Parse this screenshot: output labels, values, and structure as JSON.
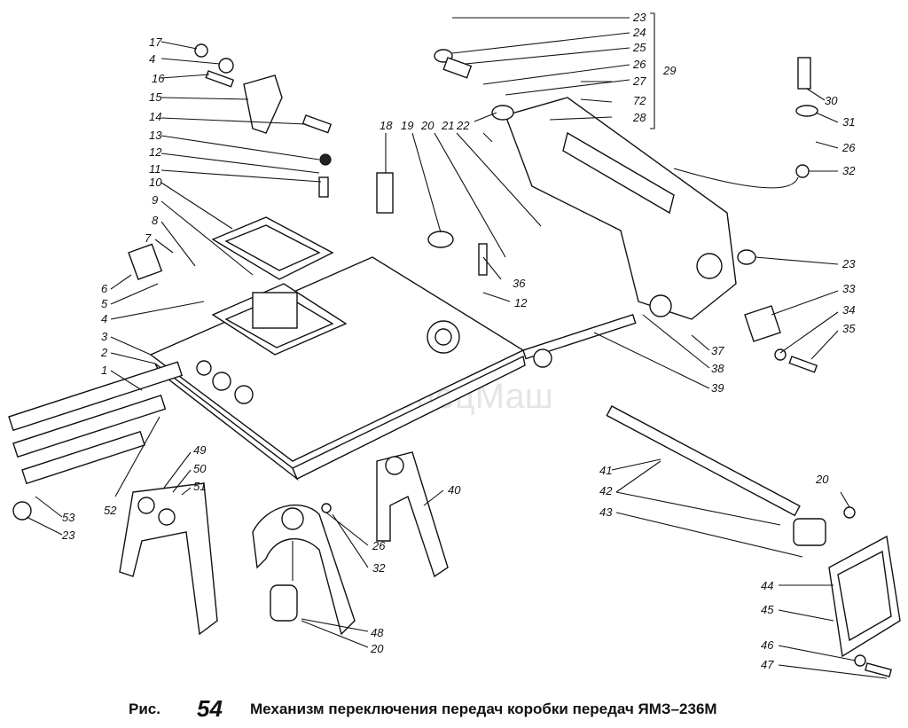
{
  "caption": {
    "prefix": "Рис.",
    "number": "54",
    "title": "Механизм переключения передач коробки передач ЯМЗ–236М"
  },
  "watermark": {
    "text": "СпецМаш"
  },
  "group_label": "29",
  "callouts": [
    "1",
    "2",
    "3",
    "4",
    "5",
    "6",
    "7",
    "8",
    "9",
    "10",
    "11",
    "12",
    "13",
    "14",
    "15",
    "16",
    "4",
    "17",
    "18",
    "19",
    "20",
    "21",
    "22",
    "23",
    "24",
    "25",
    "26",
    "27",
    "72",
    "28",
    "30",
    "31",
    "26",
    "32",
    "23",
    "33",
    "34",
    "35",
    "36",
    "12",
    "37",
    "38",
    "39",
    "40",
    "41",
    "42",
    "43",
    "44",
    "45",
    "46",
    "47",
    "48",
    "20",
    "49",
    "50",
    "51",
    "52",
    "53",
    "23",
    "26",
    "32",
    "20"
  ]
}
